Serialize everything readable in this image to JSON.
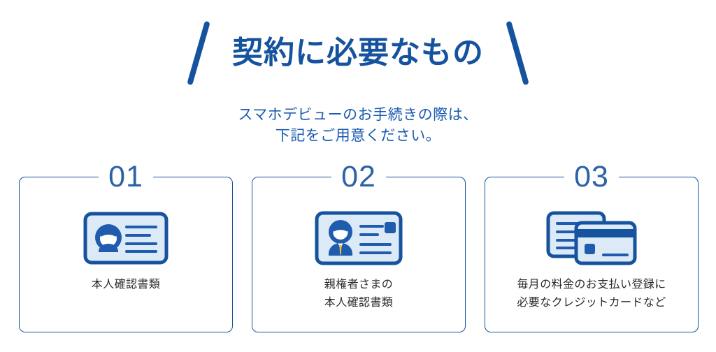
{
  "header": {
    "title": "契約に必要なもの",
    "decoration_left": "slash-left-icon",
    "decoration_right": "slash-right-icon",
    "accent_color": "#15539e"
  },
  "subtitle": {
    "line1": "スマホデビューのお手続きの際は、",
    "line2": "下記をご用意ください。",
    "color": "#1a5bb0"
  },
  "cards": [
    {
      "number": "01",
      "icon": "id-card-person-icon",
      "label_line1": "本人確認書類",
      "label_line2": ""
    },
    {
      "number": "02",
      "icon": "id-card-guardian-icon",
      "label_line1": "親権者さまの",
      "label_line2": "本人確認書類"
    },
    {
      "number": "03",
      "icon": "credit-cards-icon",
      "label_line1": "毎月の料金のお支払い登録に",
      "label_line2": "必要なクレジットカードなど"
    }
  ],
  "colors": {
    "border": "#15539e",
    "number": "#2c62a8",
    "icon_fill": "#dce9f7",
    "icon_stroke": "#15539e",
    "icon_accent": "#1f5cad",
    "tie": "#e8c832",
    "label_text": "#2b2b2b",
    "background": "#ffffff"
  }
}
